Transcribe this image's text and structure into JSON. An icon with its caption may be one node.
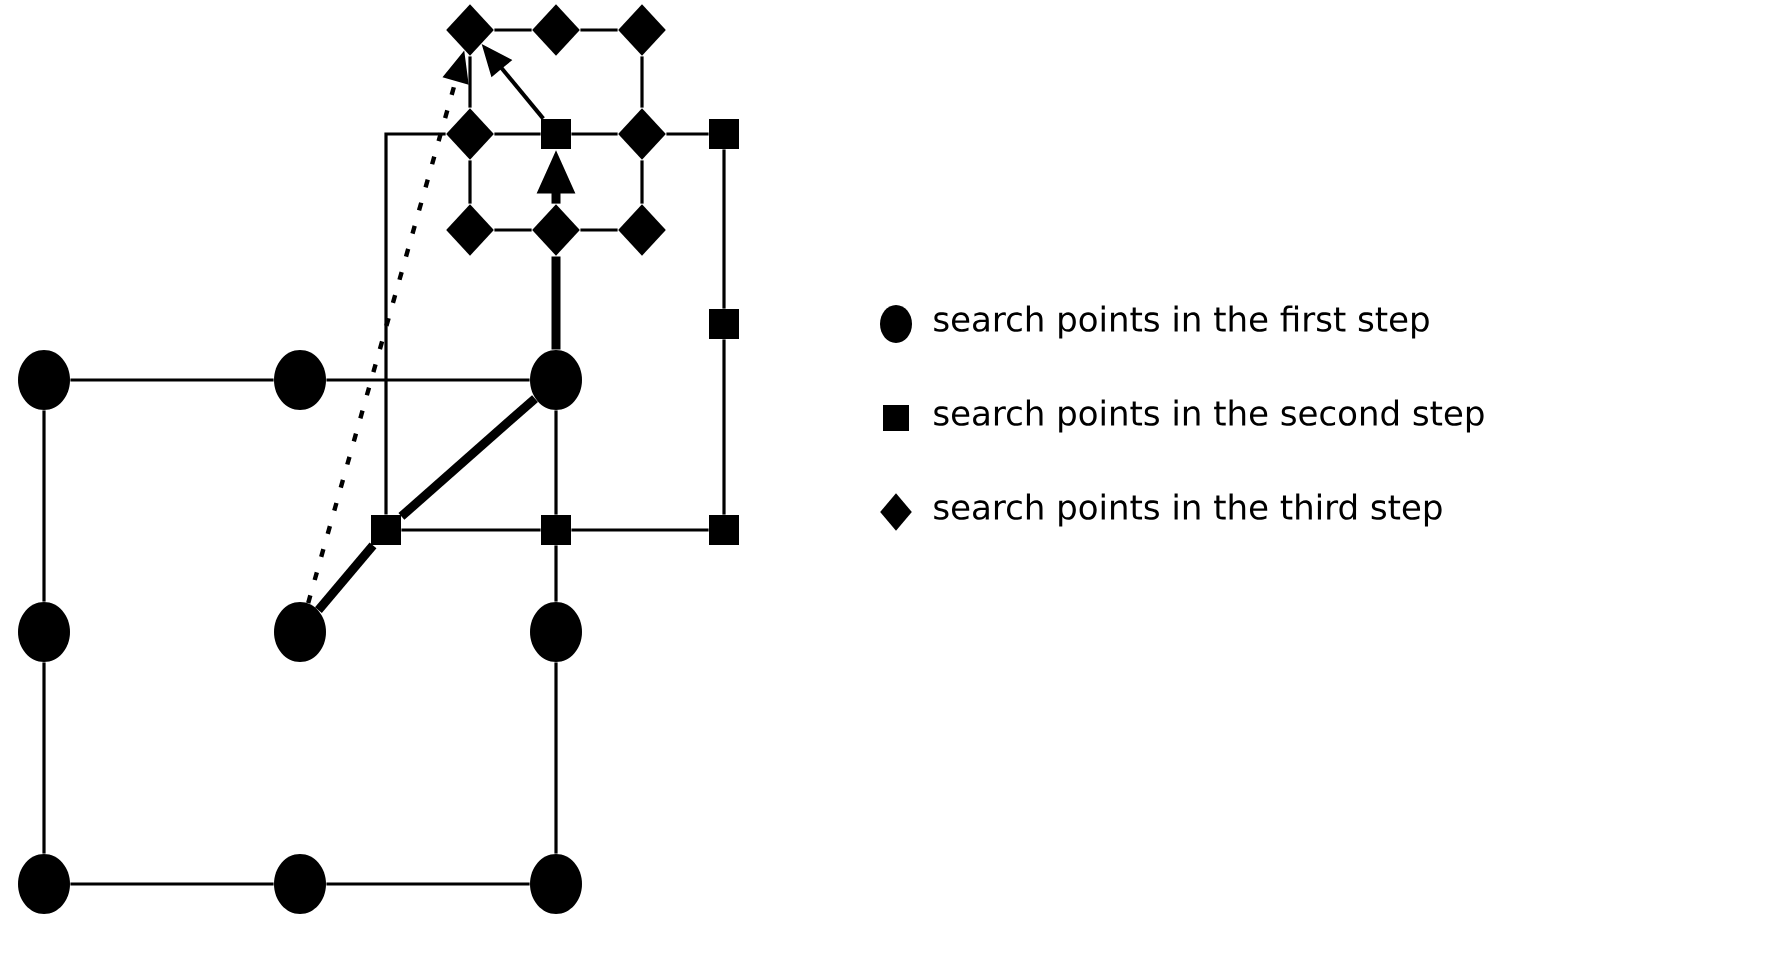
{
  "diagram": {
    "nodes": [
      {
        "text": [],
        "shape": "circle"
      },
      {
        "text": [],
        "shape": "circle"
      },
      {
        "text": [],
        "shape": "circle"
      },
      {
        "text": [],
        "shape": "circle"
      },
      {
        "text": [],
        "shape": "circle"
      },
      {
        "text": [],
        "shape": "circle"
      },
      {
        "text": [],
        "shape": "circle"
      },
      {
        "text": [],
        "shape": "circle"
      },
      {
        "text": [],
        "shape": "circle"
      },
      {
        "text": [],
        "shape": "box"
      },
      {
        "text": [],
        "shape": "box"
      },
      {
        "text": [],
        "shape": "box"
      },
      {
        "text": [],
        "shape": "box"
      },
      {
        "text": [],
        "shape": "box"
      },
      {
        "text": [],
        "shape": "box"
      },
      {
        "text": [],
        "shape": "diamond"
      },
      {
        "text": [],
        "shape": "diamond"
      },
      {
        "text": [],
        "shape": "diamond"
      },
      {
        "text": [],
        "shape": "diamond"
      },
      {
        "text": [],
        "shape": "diamond"
      },
      {
        "text": [],
        "shape": "diamond"
      },
      {
        "text": [],
        "shape": "diamond"
      },
      {
        "text": [],
        "shape": "diamond"
      }
    ],
    "edges": [
      {
        "from": 0,
        "to": 1,
        "arrow": "none"
      },
      {
        "from": 1,
        "to": 2,
        "arrow": "none"
      },
      {
        "from": 0,
        "to": 3,
        "arrow": "none"
      },
      {
        "from": 3,
        "to": 6,
        "arrow": "none"
      },
      {
        "from": 6,
        "to": 7,
        "arrow": "none"
      },
      {
        "from": 7,
        "to": 8,
        "arrow": "none"
      },
      {
        "from": 8,
        "to": 5,
        "arrow": "none"
      },
      {
        "from": 5,
        "to": 13,
        "arrow": "none"
      },
      {
        "from": 13,
        "to": 2,
        "arrow": "none"
      },
      {
        "from": 12,
        "to": 18,
        "arrow": "none"
      },
      {
        "from": 18,
        "to": 9,
        "arrow": "none"
      },
      {
        "from": 9,
        "to": 19,
        "arrow": "none"
      },
      {
        "from": 19,
        "to": 10,
        "arrow": "none"
      },
      {
        "from": 10,
        "to": 11,
        "arrow": "none"
      },
      {
        "from": 11,
        "to": 14,
        "arrow": "none"
      },
      {
        "from": 14,
        "to": 13,
        "arrow": "none"
      },
      {
        "from": 13,
        "to": 12,
        "arrow": "none"
      },
      {
        "from": 15,
        "to": 16,
        "arrow": "none"
      },
      {
        "from": 16,
        "to": 17,
        "arrow": "none"
      },
      {
        "from": 17,
        "to": 19,
        "arrow": "none"
      },
      {
        "from": 19,
        "to": 22,
        "arrow": "none"
      },
      {
        "from": 22,
        "to": 21,
        "arrow": "none"
      },
      {
        "from": 21,
        "to": 20,
        "arrow": "none"
      },
      {
        "from": 20,
        "to": 18,
        "arrow": "none"
      },
      {
        "from": 18,
        "to": 15,
        "arrow": "none"
      },
      {
        "from": 4,
        "to": 12,
        "arrow": "none",
        "style": "thick"
      },
      {
        "from": 12,
        "to": 2,
        "arrow": "none",
        "style": "thick"
      },
      {
        "from": 2,
        "to": 21,
        "arrow": "none",
        "style": "thick"
      },
      {
        "from": 21,
        "to": 9,
        "arrow": "to",
        "style": "thick"
      },
      {
        "from": 9,
        "to": 15,
        "arrow": "to"
      },
      {
        "from": 4,
        "to": 15,
        "arrow": "to",
        "style": "dashed"
      }
    ],
    "legend": [
      {
        "text": "search points in the first step"
      },
      {
        "text": "search points in the second step"
      },
      {
        "text": "search points in the third step"
      }
    ]
  }
}
